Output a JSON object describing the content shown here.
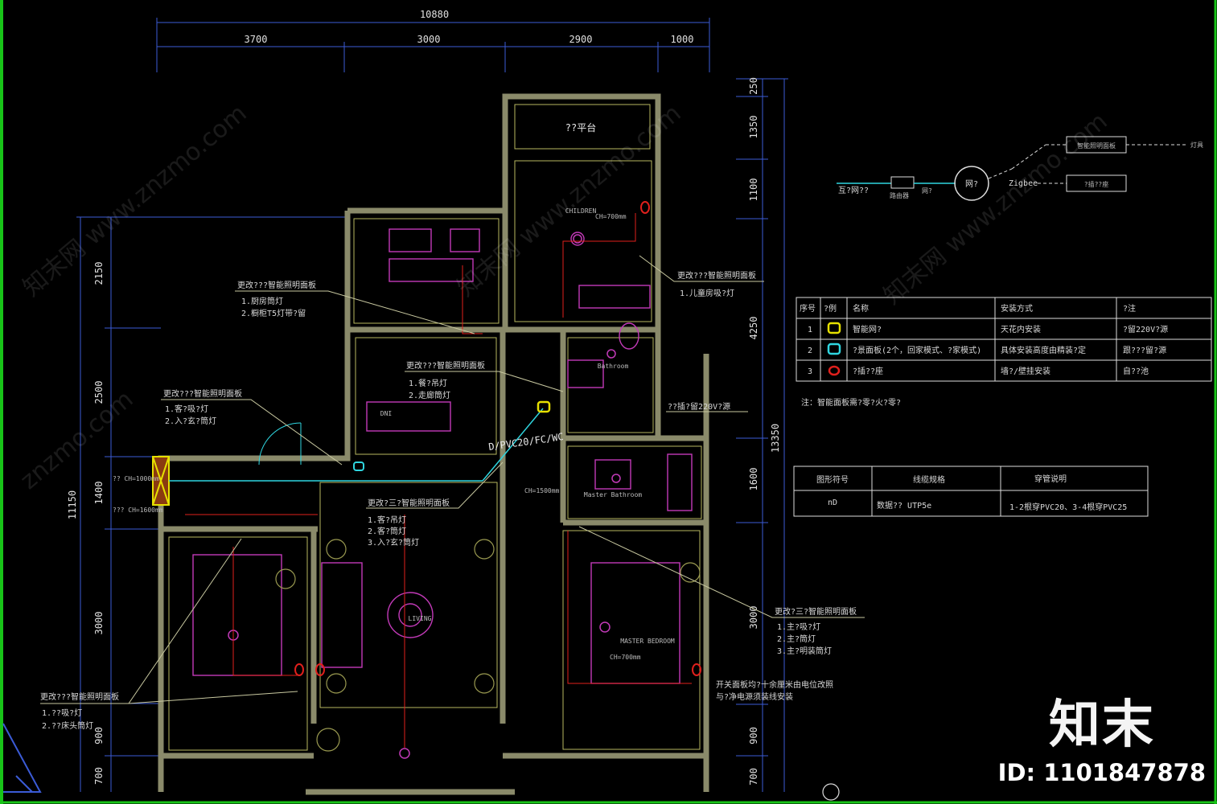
{
  "colors": {
    "background": "#000000",
    "wall": "#8a8a6a",
    "cyan": "#2fd6e0",
    "magenta": "#c23ab8",
    "red": "#e0201c",
    "yellow": "#e6e000",
    "blue_dim": "#3b5bd6",
    "green_border": "#18c418"
  },
  "dimensions": {
    "top_total": "10880",
    "top_segments": [
      "3700",
      "3000",
      "2900",
      "1000"
    ],
    "left": [
      "2150",
      "2500",
      "1400",
      "3000",
      "900",
      "700"
    ],
    "left_total": "11150",
    "right": [
      "250",
      "1350",
      "1100",
      "4250",
      "1600",
      "3000",
      "900",
      "700"
    ],
    "right_total": "13350"
  },
  "rooms": {
    "balcony": "??平台",
    "children": "CHILDREN",
    "master_bedroom": "MASTER BEDROOM",
    "bathroom": "Bathroom",
    "master_bathroom": "Master Bathroom",
    "dining": "DNI",
    "living": "LIVING"
  },
  "heights": {
    "children": "CH=700mm",
    "master": "CH=700mm",
    "bath": "CH=1500mm",
    "entry_1": "?? CH=1000mm",
    "entry_2": "??? CH=1600mm"
  },
  "pipe_label": "D/PVC20/FC/WC",
  "callouts": {
    "kitchen": {
      "title": "更改???智能照明面板",
      "lines": [
        "1.厨房筒灯",
        "2.橱柜T5灯带?留"
      ]
    },
    "children": {
      "title": "更改???智能照明面板",
      "lines": [
        "1.儿童房吸?灯"
      ]
    },
    "dining": {
      "title": "更改???智能照明面板",
      "lines": [
        "1.餐?吊灯",
        "2.走廊筒灯"
      ]
    },
    "entry": {
      "title": "更改???智能照明面板",
      "lines": [
        "1.客?吸?灯",
        "2.入?玄?筒灯"
      ]
    },
    "living": {
      "title": "更改?三?智能照明面板",
      "lines": [
        "1.客?吊灯",
        "2.客?筒灯",
        "3.入?玄?筒灯"
      ]
    },
    "gateway": {
      "title": "??插?留220V?源"
    },
    "master": {
      "title": "更改?三?智能照明面板",
      "lines": [
        "1.主?吸?灯",
        "2.主?筒灯",
        "3.主?明装筒灯"
      ]
    },
    "master_note": {
      "lines": [
        "开关面板均?十余厘米由电位改照",
        "与?净电源须装线安装"
      ]
    },
    "second_bedroom": {
      "title": "更改???智能照明面板",
      "lines": [
        "1.??吸?灯",
        "2.??床头筒灯"
      ]
    }
  },
  "topology": {
    "source": "互?网??",
    "router": "路由器",
    "gateway_label": "网?",
    "hub": "网?",
    "protocol": "Zigbee",
    "node_panel": "智能照明面板",
    "node_socket": "?插??座",
    "end_label": "灯具"
  },
  "legend": {
    "headers": [
      "序号",
      "?例",
      "名称",
      "安装方式",
      "?注"
    ],
    "rows": [
      {
        "no": "1",
        "name": "智能网?",
        "install": "天花内安装",
        "note": "?留220V?源",
        "symbol_color": "#e6e000"
      },
      {
        "no": "2",
        "name": "?景面板(2个，回家模式、?家模式)",
        "install": "具体安装高度由精装?定",
        "note": "跟???留?源",
        "symbol_color": "#2fd6e0"
      },
      {
        "no": "3",
        "name": "?插??座",
        "install": "墙?/壁挂安装",
        "note": "自??池",
        "symbol_color": "#e0201c"
      }
    ],
    "note": "注：智能面板需?零?火?零?"
  },
  "wiring_table": {
    "headers": [
      "图形符号",
      "线缆规格",
      "穿管说明"
    ],
    "row": {
      "symbol": "nD",
      "spec": "数据?? UTP5e",
      "conduit": "1-2根穿PVC20、3-4根穿PVC25"
    }
  },
  "brand": {
    "logo": "知末",
    "id": "ID: 1101847878"
  },
  "watermarks": [
    "知末网 www.znzmo.com",
    "知末网 www.znzmo.com",
    "znzmo.com",
    "知末网 www.znzmo.com"
  ]
}
